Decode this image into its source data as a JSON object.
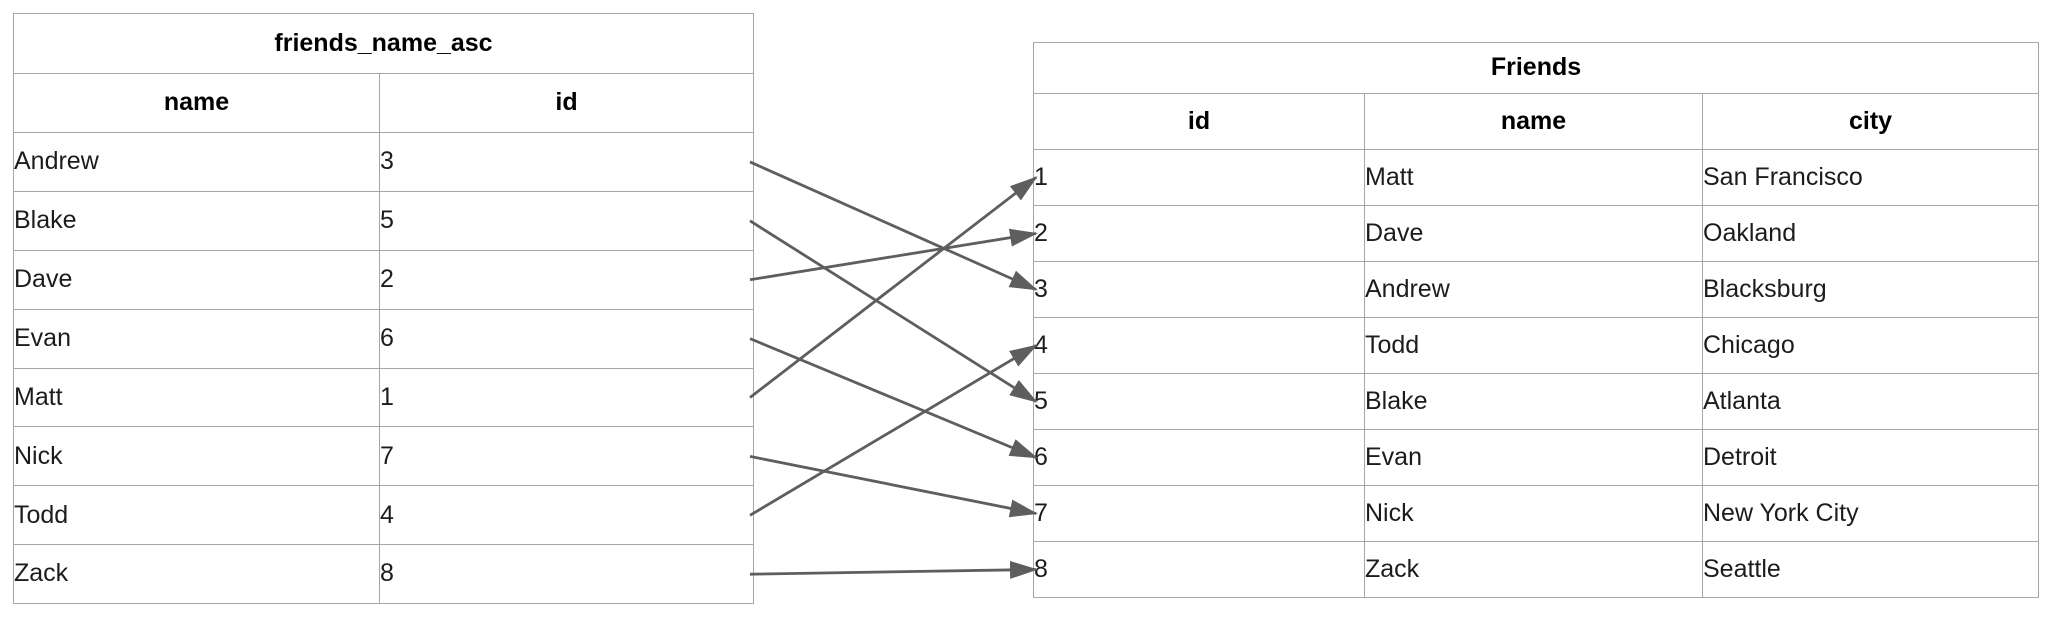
{
  "index_table": {
    "title": "friends_name_asc",
    "columns": [
      "name",
      "id"
    ],
    "rows": [
      [
        "Andrew",
        "3"
      ],
      [
        "Blake",
        "5"
      ],
      [
        "Dave",
        "2"
      ],
      [
        "Evan",
        "6"
      ],
      [
        "Matt",
        "1"
      ],
      [
        "Nick",
        "7"
      ],
      [
        "Todd",
        "4"
      ],
      [
        "Zack",
        "8"
      ]
    ]
  },
  "friends_table": {
    "title": "Friends",
    "columns": [
      "id",
      "name",
      "city"
    ],
    "rows": [
      [
        "1",
        "Matt",
        "San Francisco"
      ],
      [
        "2",
        "Dave",
        "Oakland"
      ],
      [
        "3",
        "Andrew",
        "Blacksburg"
      ],
      [
        "4",
        "Todd",
        "Chicago"
      ],
      [
        "5",
        "Blake",
        "Atlanta"
      ],
      [
        "6",
        "Evan",
        "Detroit"
      ],
      [
        "7",
        "Nick",
        "New York City"
      ],
      [
        "8",
        "Zack",
        "Seattle"
      ]
    ]
  },
  "arrows": {
    "mappings": [
      {
        "from_name": "Andrew",
        "from_id": "3",
        "from_row": 0,
        "to_row": 2
      },
      {
        "from_name": "Blake",
        "from_id": "5",
        "from_row": 1,
        "to_row": 4
      },
      {
        "from_name": "Dave",
        "from_id": "2",
        "from_row": 2,
        "to_row": 1
      },
      {
        "from_name": "Evan",
        "from_id": "6",
        "from_row": 3,
        "to_row": 5
      },
      {
        "from_name": "Matt",
        "from_id": "1",
        "from_row": 4,
        "to_row": 0
      },
      {
        "from_name": "Nick",
        "from_id": "7",
        "from_row": 5,
        "to_row": 6
      },
      {
        "from_name": "Todd",
        "from_id": "4",
        "from_row": 6,
        "to_row": 3
      },
      {
        "from_name": "Zack",
        "from_id": "8",
        "from_row": 7,
        "to_row": 7
      }
    ]
  },
  "colors": {
    "background": "#ffffff",
    "table_border": "#a6a6a6",
    "header_text": "#000000",
    "data_text": "#1c1c1c",
    "arrow": "#5e5e5e"
  }
}
